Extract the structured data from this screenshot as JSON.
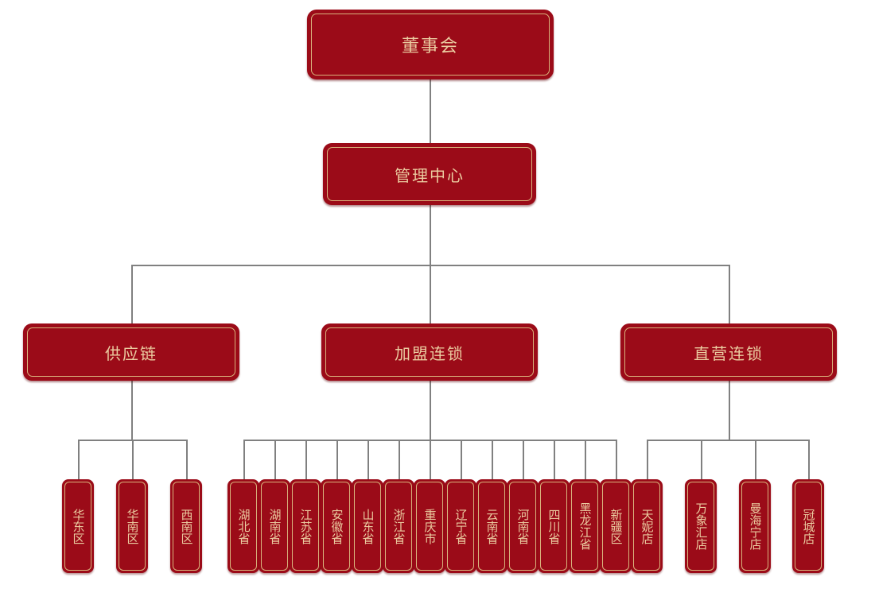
{
  "diagram": {
    "title_text": "董事会",
    "colors": {
      "box_fill": "#9B0B18",
      "box_inner_border": "#D9B27C",
      "text_gold": "#EBCBA0",
      "connector": "#808080",
      "background": "#FFFFFF"
    },
    "root": {
      "label": "董事会"
    },
    "management": {
      "label": "管理中心"
    },
    "divisions": [
      {
        "label": "供应链"
      },
      {
        "label": "加盟连锁"
      },
      {
        "label": "直营连锁"
      }
    ],
    "supply_chain_units": [
      {
        "label": "华东区"
      },
      {
        "label": "华南区"
      },
      {
        "label": "西南区"
      }
    ],
    "franchise_units": [
      {
        "label": "湖北省"
      },
      {
        "label": "湖南省"
      },
      {
        "label": "江苏省"
      },
      {
        "label": "安徽省"
      },
      {
        "label": "山东省"
      },
      {
        "label": "浙江省"
      },
      {
        "label": "重庆市"
      },
      {
        "label": "辽宁省"
      },
      {
        "label": "云南省"
      },
      {
        "label": "河南省"
      },
      {
        "label": "四川省"
      },
      {
        "label": "黑龙江省"
      },
      {
        "label": "新疆区"
      }
    ],
    "direct_units": [
      {
        "label": "天妮店"
      },
      {
        "label": "万象汇店"
      },
      {
        "label": "曼海宁店"
      },
      {
        "label": "冠城店"
      }
    ]
  }
}
